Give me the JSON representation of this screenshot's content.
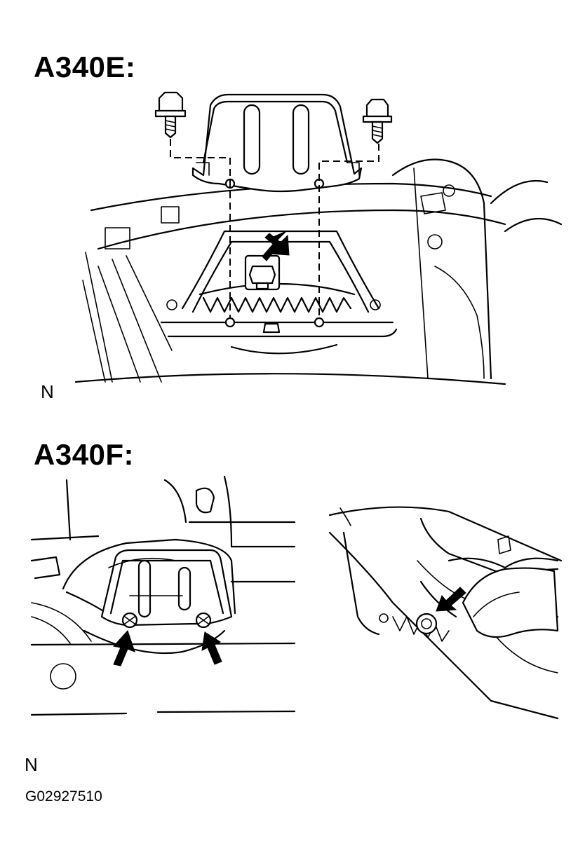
{
  "figure": {
    "section_top": {
      "title": "A340E:",
      "note": "N"
    },
    "section_bottom": {
      "title": "A340F:",
      "note": "N"
    },
    "figure_code": "G02927510"
  },
  "icons": {
    "bolt": "bolt-icon",
    "arrow": "arrow-icon"
  },
  "colors": {
    "ink": "#000000",
    "paper": "#ffffff"
  }
}
